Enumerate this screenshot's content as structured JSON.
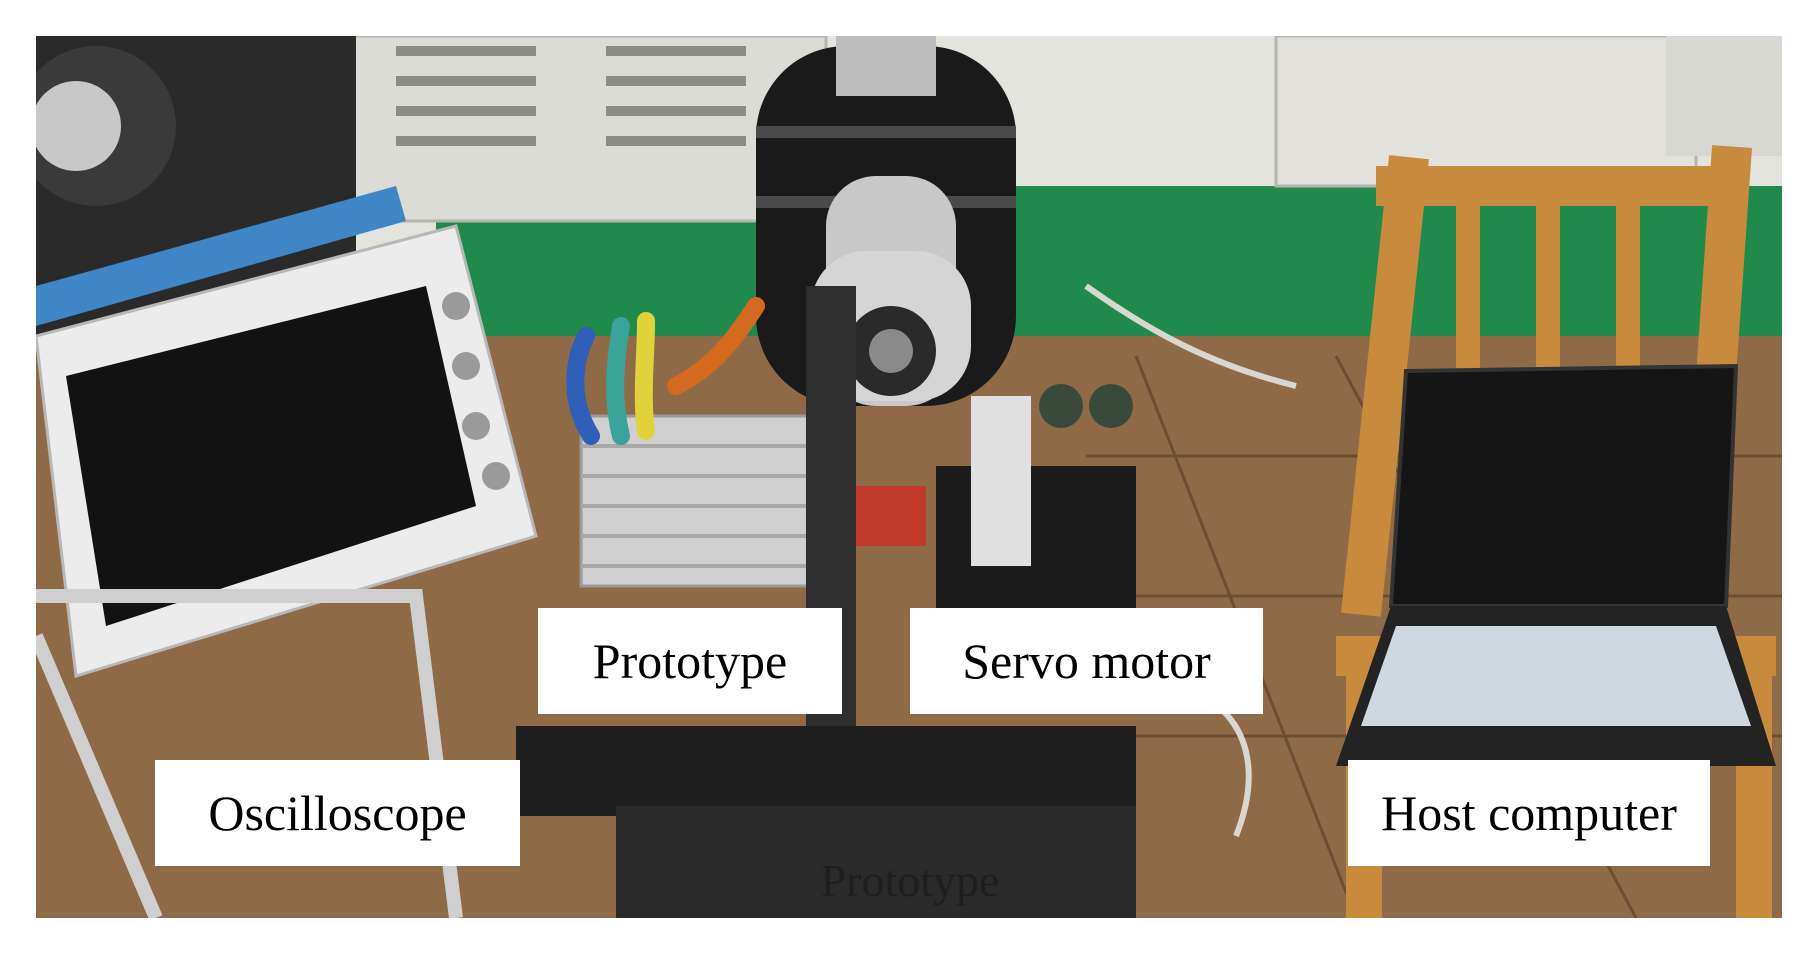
{
  "labels": {
    "prototype": "Prototype",
    "servo_motor": "Servo motor",
    "oscilloscope": "Oscilloscope",
    "host_computer": "Host computer",
    "prototype_overlay": "Prototype"
  },
  "colors": {
    "floor_green": "#1f8a4c",
    "floor_tan": "#8f6a46",
    "cabinet": "#dcdcd6",
    "dark_machine": "#1a1a1a",
    "aluminum": "#c8c8c8",
    "wood": "#c88a3c",
    "oscilloscope_case": "#e8e8e8",
    "oscilloscope_blue": "#3f86c7",
    "laptop": "#222222",
    "keyboard": "#cfd8e0"
  },
  "icons": {
    "servo_motor": "servo-motor-icon",
    "prototype_motor": "prototype-motor-icon",
    "oscilloscope": "oscilloscope-icon",
    "laptop": "laptop-icon",
    "chair": "chair-icon",
    "dynamometer": "dynamometer-icon"
  }
}
